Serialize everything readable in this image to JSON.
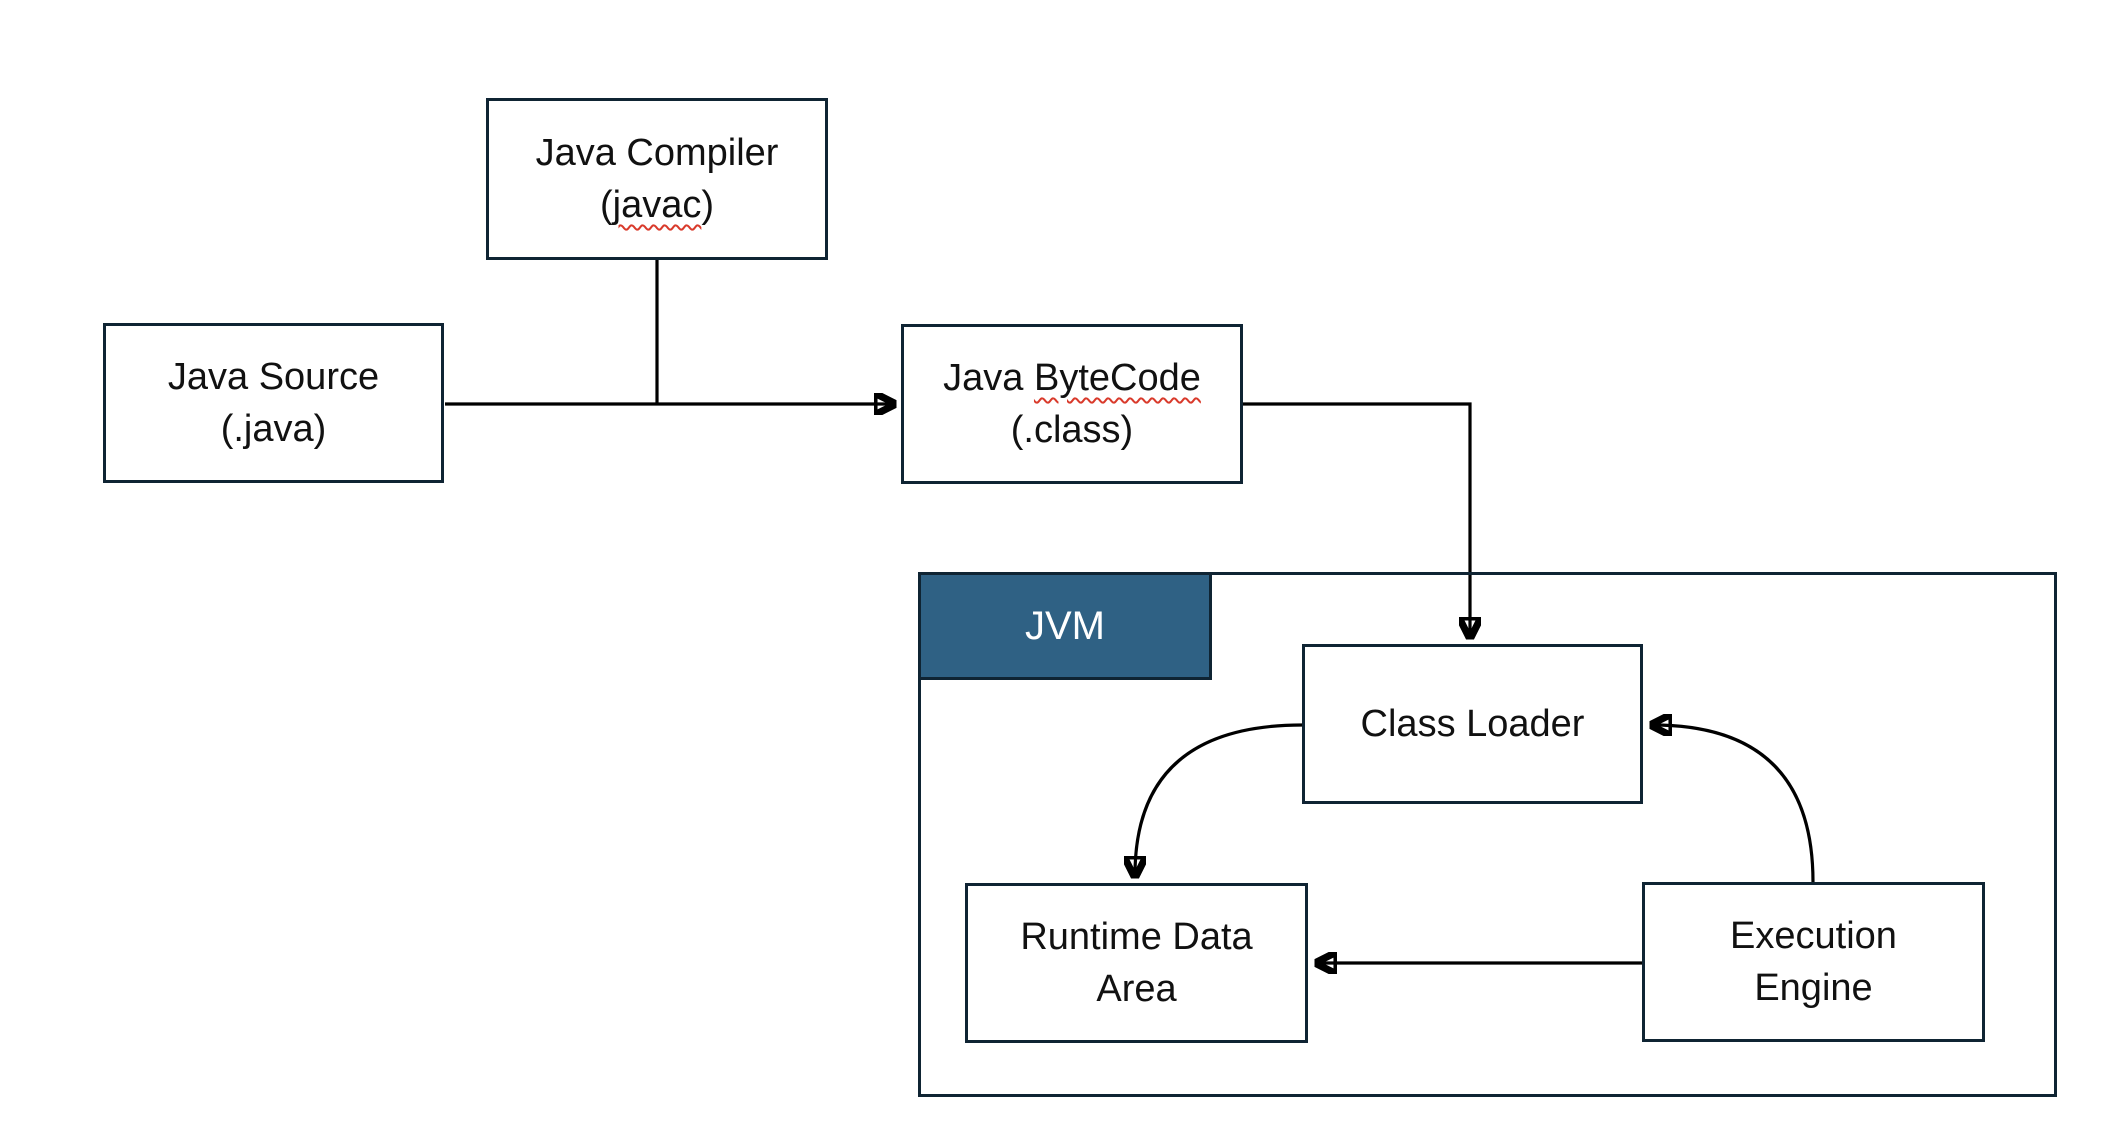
{
  "diagram": {
    "boxes": {
      "compiler": {
        "line1": "Java Compiler",
        "open": "(",
        "word": "javac",
        "close": ")"
      },
      "source": {
        "line1": "Java Source",
        "line2": "(.java)"
      },
      "bytecode": {
        "prefix": "Java ",
        "word": "ByteCode",
        "line2": "(.class)"
      },
      "jvm": {
        "label": "JVM"
      },
      "class_loader": {
        "line1": "Class Loader"
      },
      "runtime": {
        "line1": "Runtime Data",
        "line2": "Area"
      },
      "execution": {
        "line1": "Execution",
        "line2": "Engine"
      }
    },
    "edges": [
      {
        "from": "java-compiler",
        "to": "source-to-bytecode-flow",
        "style": "plain-line",
        "direction": "down"
      },
      {
        "from": "java-source",
        "to": "java-bytecode",
        "style": "straight-arrow",
        "direction": "right"
      },
      {
        "from": "java-bytecode",
        "to": "class-loader",
        "style": "elbow-arrow",
        "direction": "right-then-down"
      },
      {
        "from": "class-loader",
        "to": "runtime-data-area",
        "style": "curved-arrow",
        "direction": "left-then-down"
      },
      {
        "from": "execution-engine",
        "to": "class-loader",
        "style": "curved-arrow",
        "direction": "up-then-left"
      },
      {
        "from": "execution-engine",
        "to": "runtime-data-area",
        "style": "straight-arrow",
        "direction": "left"
      }
    ],
    "colors": {
      "background": "#ffffff",
      "box_border": "#0f2433",
      "box_fill": "#ffffff",
      "text": "#111111",
      "jvm_fill": "#2f6184",
      "jvm_text": "#ffffff",
      "connector": "#000000",
      "spellcheck_squiggle": "#d93a2b"
    }
  }
}
